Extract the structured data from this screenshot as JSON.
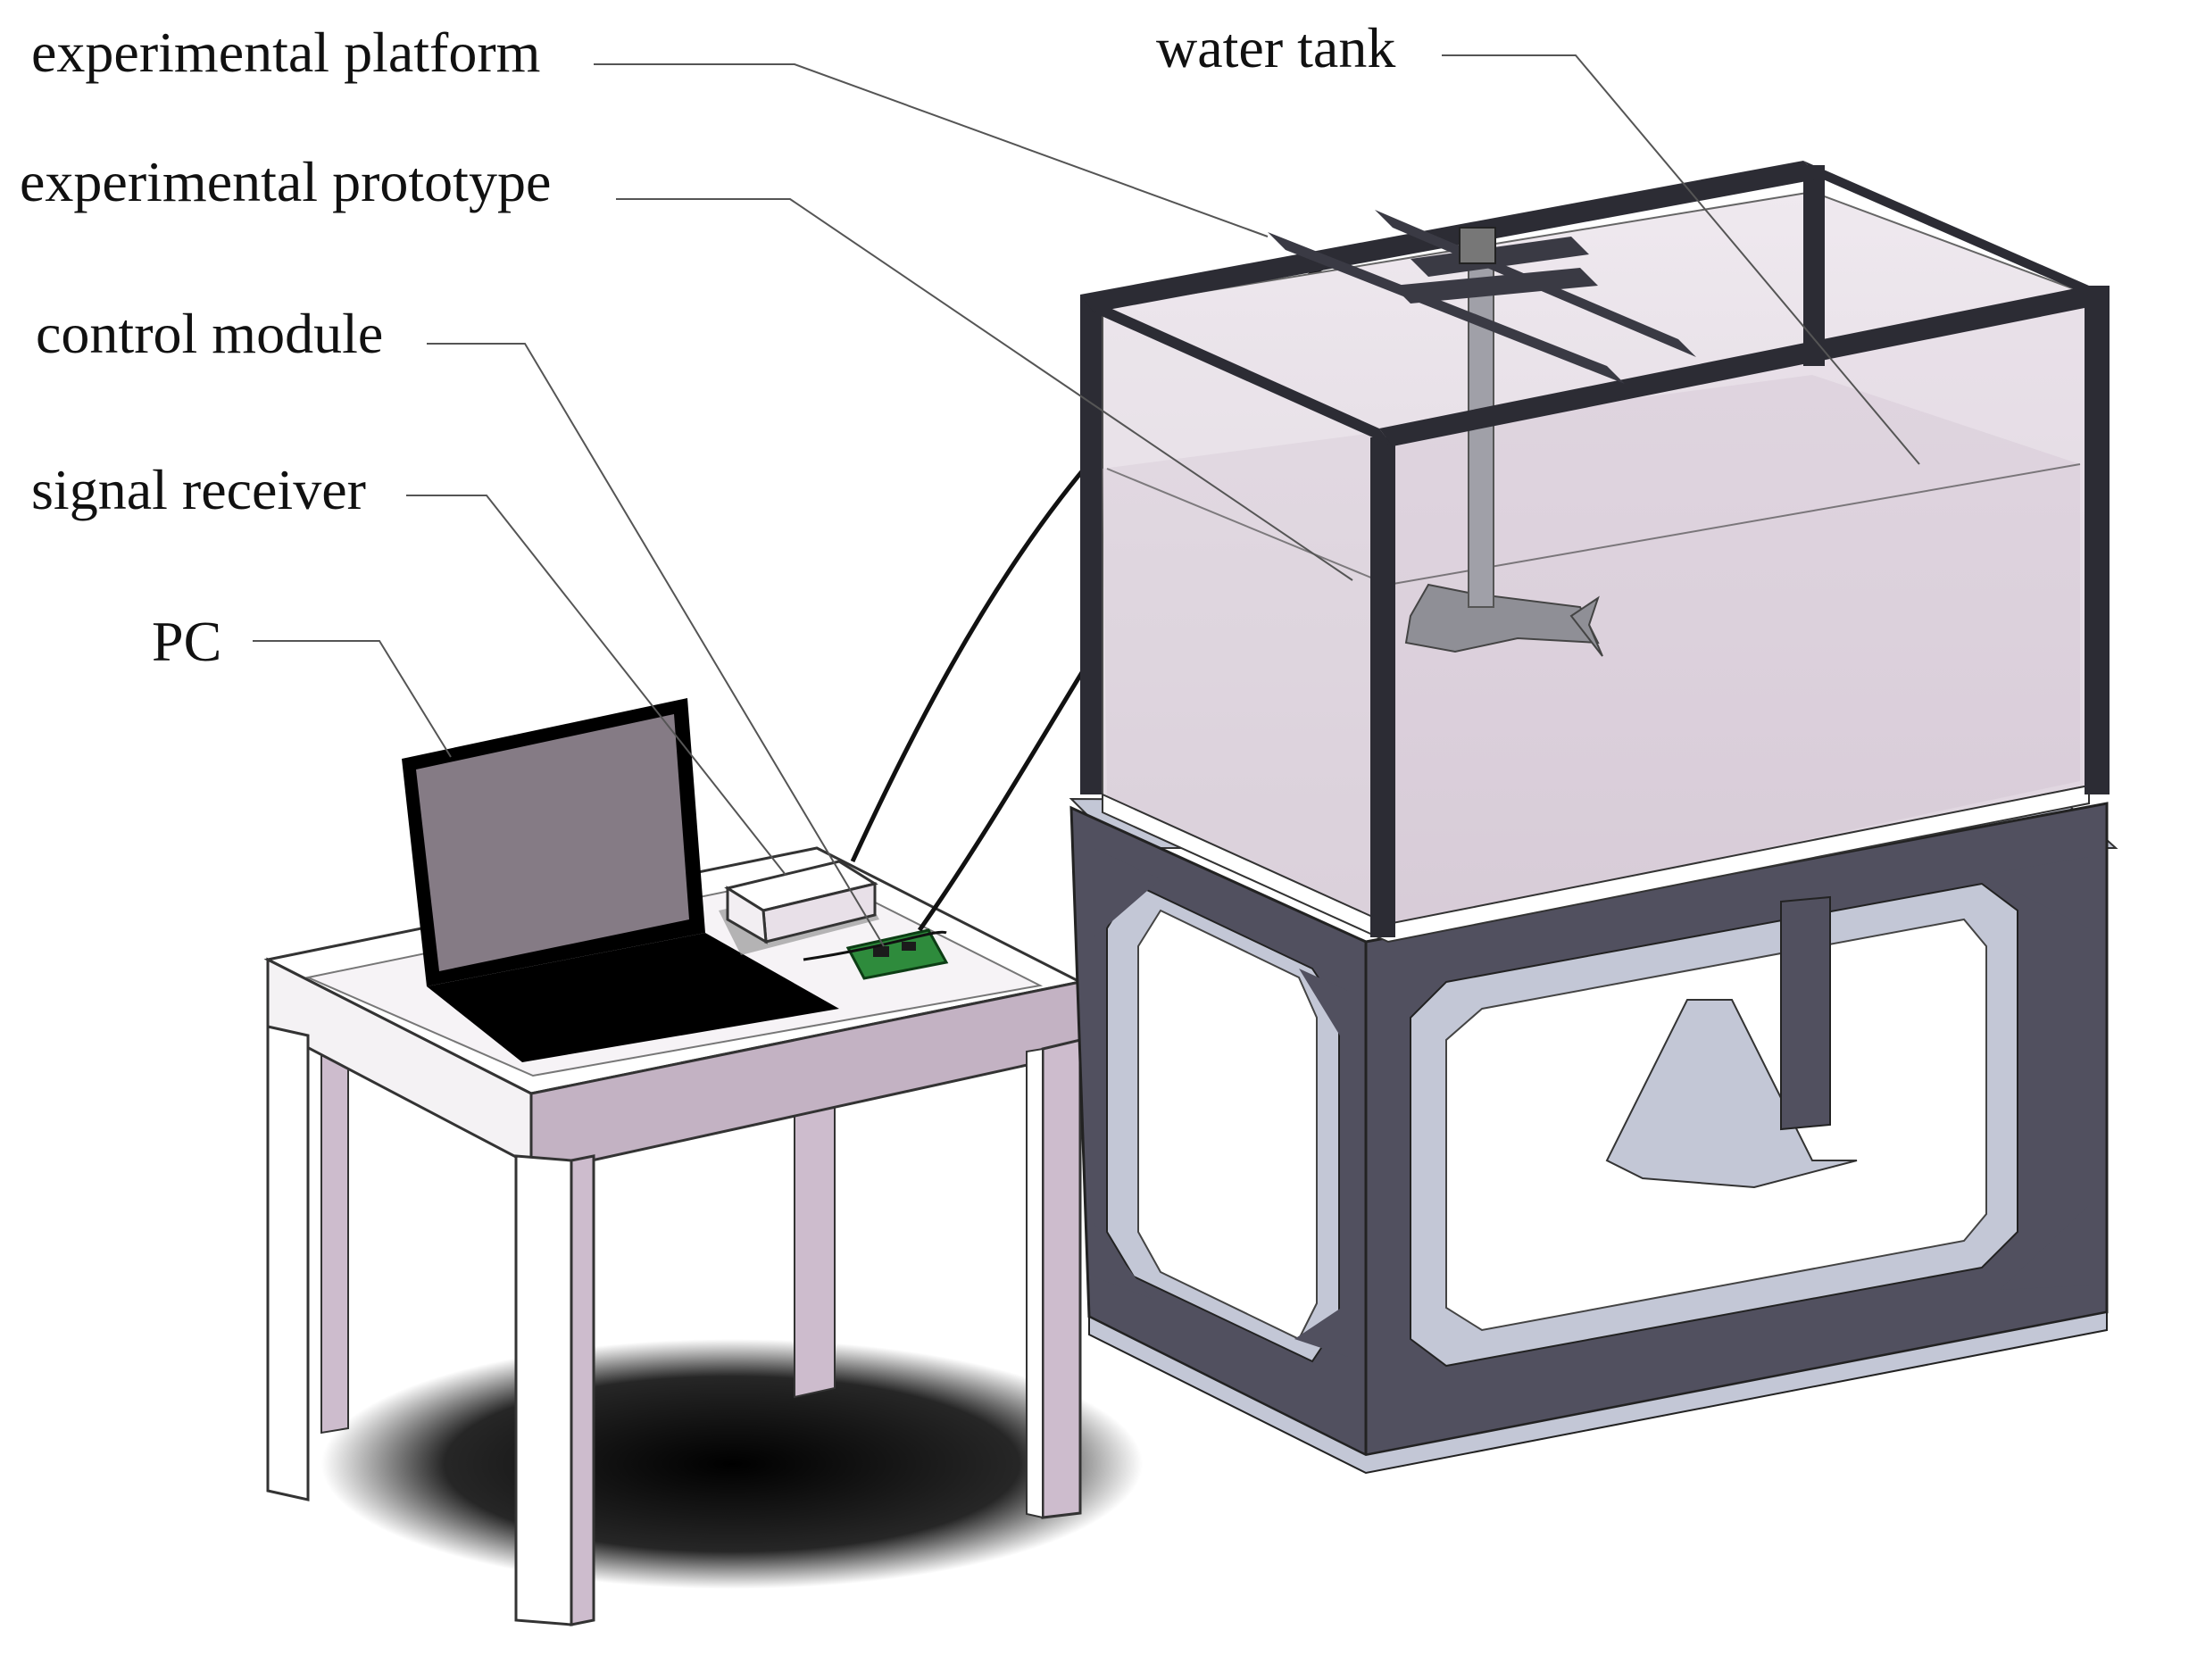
{
  "labels": {
    "experimental_platform": "experimental platform",
    "experimental_prototype": "experimental prototype",
    "control_module": "control module",
    "signal_receiver": "signal receiver",
    "pc": "PC",
    "water_tank": "water tank"
  },
  "colors": {
    "table_top": "#ffffff",
    "table_side": "#c3b2c3",
    "table_leg": "#cdbccd",
    "laptop": "#000000",
    "laptop_screen": "#857b85",
    "stand_face": "#51505f",
    "stand_light": "#c3c7d6",
    "frame_bar": "#2c2c34",
    "water": "#dcd0dc",
    "pcb": "#2e8b3c"
  }
}
